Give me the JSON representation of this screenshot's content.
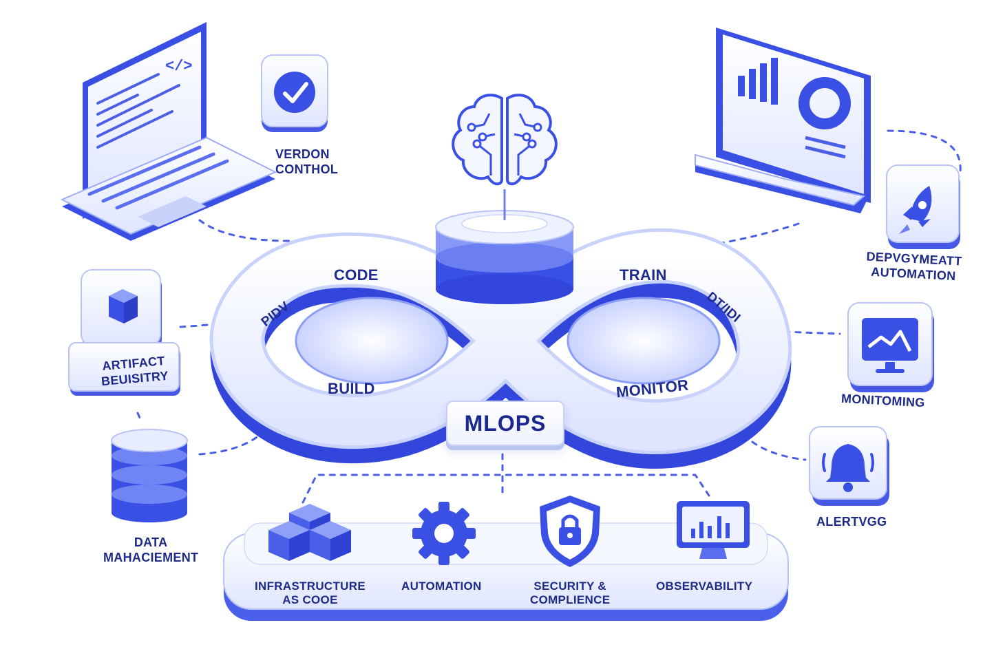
{
  "center": {
    "title": "MLOPS"
  },
  "loop": {
    "code": "CODE",
    "train": "TRAIN",
    "build": "BUILD",
    "monitor": "MONITOR",
    "left_arc": "PIDV",
    "right_arc": "DT/IDI"
  },
  "side": {
    "version_control": [
      "VERDON",
      "CONTHOL"
    ],
    "deployment": [
      "DEPVGYMEATT",
      "AUTOMATION"
    ],
    "artifact": [
      "ARTIFACT",
      "BEUISITRY"
    ],
    "monitoring": "MONITOMING",
    "data": [
      "DATA",
      "MAHACIEMENT"
    ],
    "alerting": "ALERTVGG"
  },
  "bottom": {
    "iac": [
      "INFRASTRUCTURE",
      "AS COOE"
    ],
    "automation": "AUTOMATION",
    "security": [
      "SECURITY &",
      "COMPLIENCE"
    ],
    "observability": "OBSERVABILITY"
  },
  "icons": {
    "brain": "brain-icon",
    "laptop": "laptop-icon",
    "check": "check-badge-icon",
    "dashboard": "dashboard-monitor-icon",
    "rocket": "rocket-icon",
    "cube": "cube-icon",
    "database": "database-icon",
    "pulse": "pulse-monitor-icon",
    "bell": "bell-icon",
    "cubes": "cubes-icon",
    "gear": "gear-icon",
    "shield": "shield-lock-icon",
    "observability": "observability-screen-icon"
  },
  "colors": {
    "accent": "#3a52e8",
    "dark": "#1d2a86",
    "light": "#e6eaff"
  }
}
